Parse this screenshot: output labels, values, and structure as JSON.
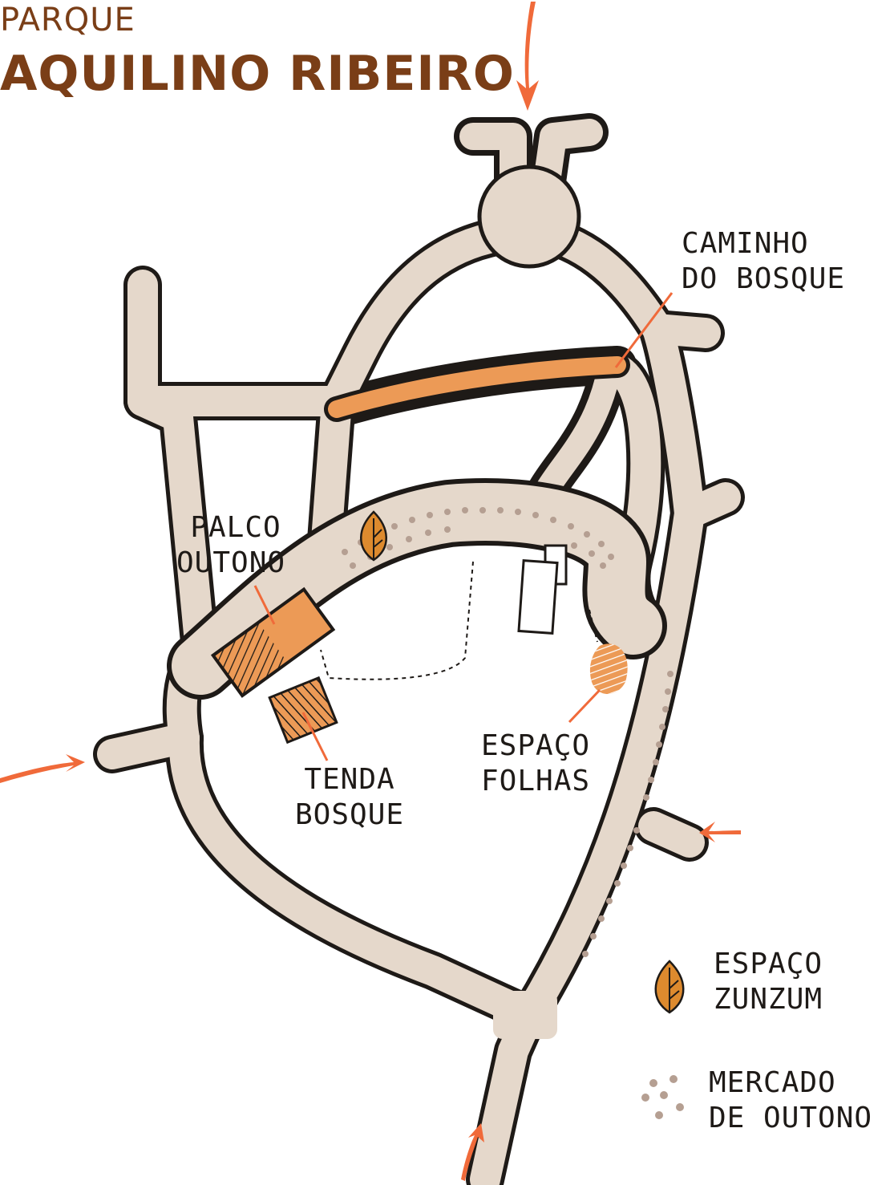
{
  "title": {
    "prefix": "PARQUE",
    "name": "AQUILINO RIBEIRO"
  },
  "labels": {
    "caminho_line1": "CAMINHO",
    "caminho_line2": "DO BOSQUE",
    "palco_line1": "PALCO",
    "palco_line2": "OUTONO",
    "tenda_line1": "TENDA",
    "tenda_line2": "BOSQUE",
    "folhas_line1": "ESPAÇO",
    "folhas_line2": "FOLHAS"
  },
  "legend": {
    "zunzum_line1": "ESPAÇO",
    "zunzum_line2": "ZUNZUM",
    "mercado_line1": "MERCADO",
    "mercado_line2": "DE OUTONO"
  },
  "colors": {
    "path_fill": "#e5d8cb",
    "outline": "#1e1a17",
    "orange": "#ec9a56",
    "entrance_arrow": "#f06a3a",
    "title": "#7a3e17",
    "market_dots": "#b59f92",
    "leaf": "#dd8a2e"
  },
  "icons": {
    "entrance": "arrow-icon",
    "zunzum": "leaf-icon",
    "mercado": "dots-icon"
  }
}
